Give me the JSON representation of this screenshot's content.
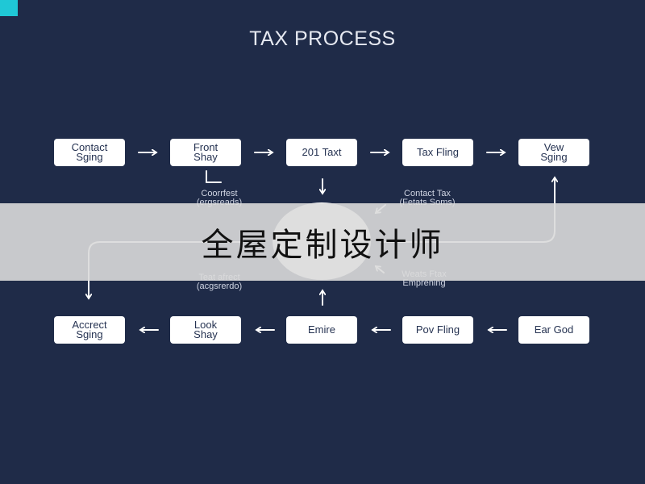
{
  "title": "TAX PROCESS",
  "banner_text": "全屋定制设计师",
  "top_row": [
    "Contact\nSging",
    "Front\nShay",
    "201 Taxt",
    "Tax Fling",
    "Vew\nSging"
  ],
  "bottom_row": [
    "Accrect\nSging",
    "Look\nShay",
    "Emire",
    "Pov Fling",
    "Ear God"
  ],
  "notes": {
    "upper_left": "Coorrfest\n(ergsreads)",
    "upper_right": "Contact Tax\n(Fetats Soms)",
    "lower_left": "Teat afrect\n(acgsrerdo)",
    "lower_right": "Weats Ftax\nEmprening"
  },
  "colors": {
    "background": "#1f2b48",
    "node_fill": "#ffffff",
    "node_text": "#263352",
    "connector": "#ffffff",
    "accent": "#1fc8d6",
    "banner": "#dadada"
  }
}
